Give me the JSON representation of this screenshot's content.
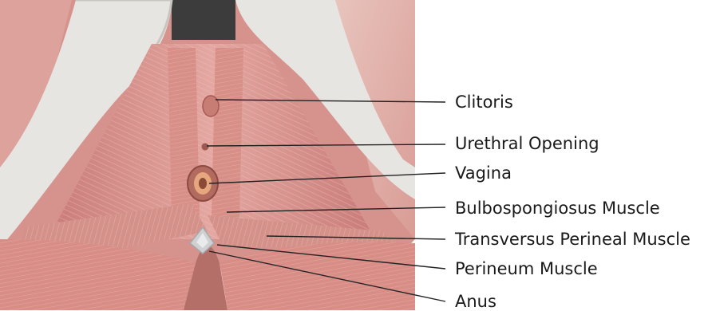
{
  "labels": [
    {
      "id": "clitoris",
      "text": "Clitoris"
    },
    {
      "id": "urethral-opening",
      "text": "Urethral Opening"
    },
    {
      "id": "vagina",
      "text": "Vagina"
    },
    {
      "id": "bulbospongiosus",
      "text": "Bulbospongiosus Muscle"
    },
    {
      "id": "transversus-perineal",
      "text": "Transversus Perineal Muscle"
    },
    {
      "id": "perineum",
      "text": "Perineum Muscle"
    },
    {
      "id": "anus",
      "text": "Anus"
    }
  ]
}
